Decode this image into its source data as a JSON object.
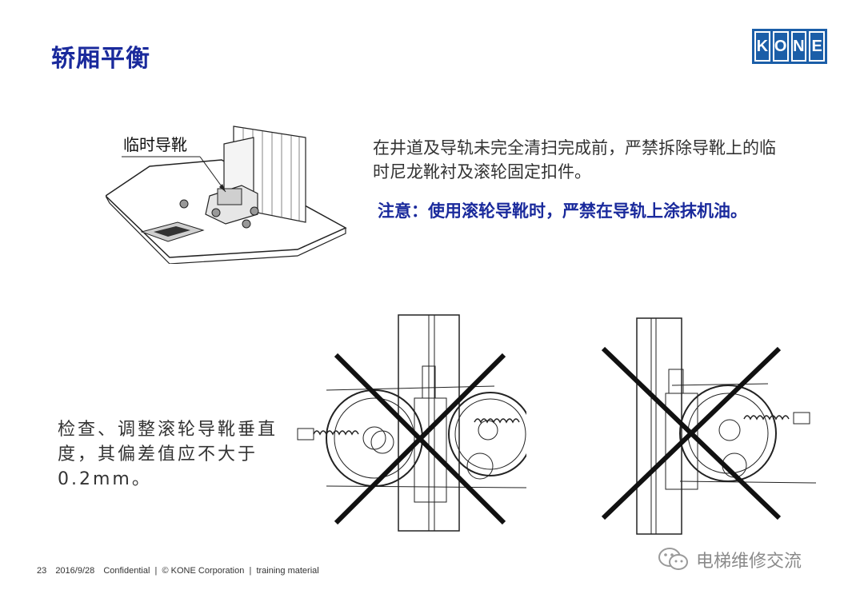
{
  "slide": {
    "title": "轿厢平衡",
    "logo_letters": [
      "K",
      "O",
      "N",
      "E"
    ],
    "figure_label": "临时导靴",
    "paragraph": "在井道及导轨未完全清扫完成前，严禁拆除导靴上的临时尼龙靴衬及滚轮固定扣件。",
    "warning": "注意：使用滚轮导靴时，严禁在导轨上涂抹机油。",
    "check_text": "检查、调整滚轮导靴垂直度，其偏差值应不大于0.2mm。"
  },
  "footer": {
    "page": "23",
    "date": "2016/9/28",
    "text": "Confidential  |  © KONE Corporation  |  training material"
  },
  "watermark": {
    "text": "电梯维修交流",
    "icon": "wechat-icon"
  },
  "colors": {
    "title": "#1a2a9c",
    "logo": "#1b5ea8",
    "warning": "#1a2a9c"
  }
}
